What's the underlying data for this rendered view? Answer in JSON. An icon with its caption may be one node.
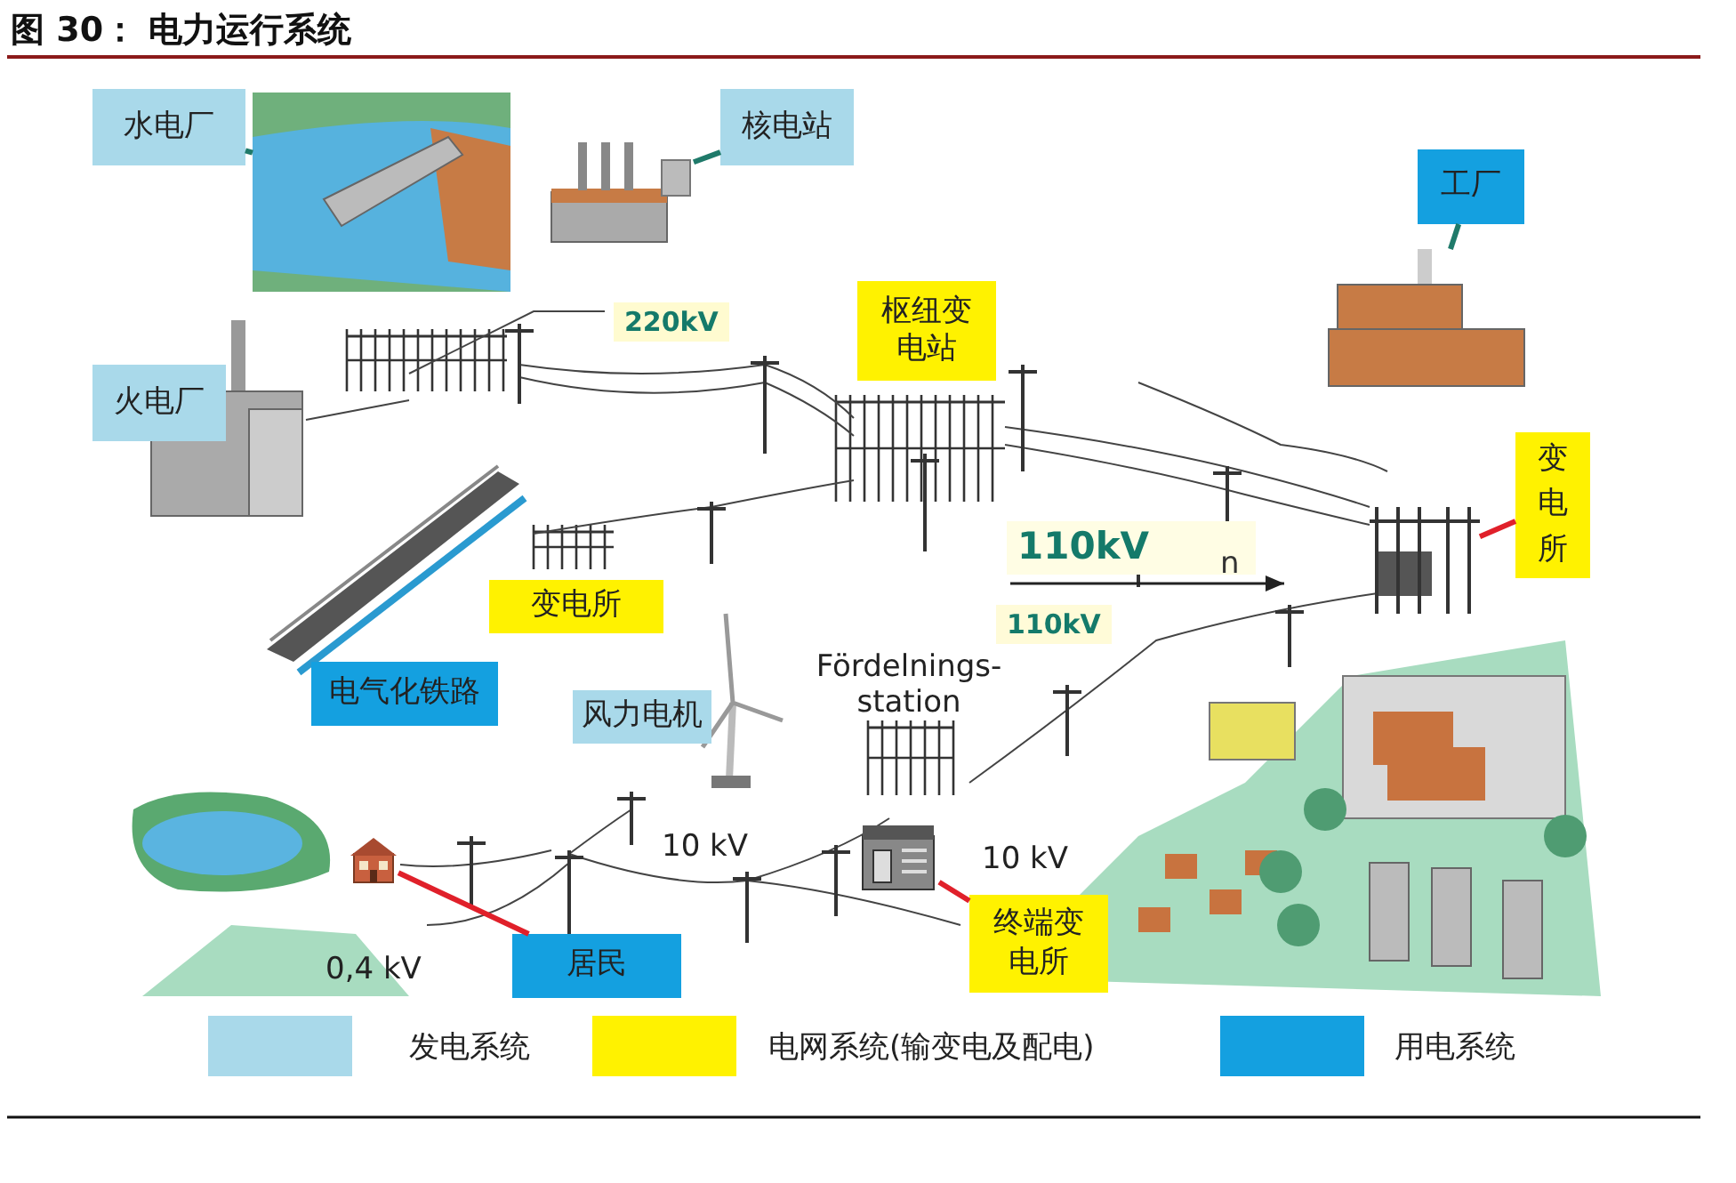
{
  "diagram": {
    "title": "图 30： 电力运行系统",
    "nodes": [
      {
        "text": [
          "水电厂"
        ]
      },
      {
        "text": [],
        "shape": "picture"
      },
      {
        "text": [
          "核电站"
        ]
      },
      {
        "text": [],
        "shape": "picture"
      },
      {
        "text": [
          "工厂"
        ]
      },
      {
        "text": [],
        "shape": "picture"
      },
      {
        "text": [
          "火电厂"
        ]
      },
      {
        "text": [
          "枢纽变电站"
        ]
      },
      {
        "text": [],
        "shape": "picture"
      },
      {
        "text": [
          "变电所"
        ]
      },
      {
        "text": [
          "变电所"
        ]
      },
      {
        "text": [
          "电气化铁路"
        ]
      },
      {
        "text": [
          "风力电机"
        ]
      },
      {
        "text": [],
        "shape": "picture"
      },
      {
        "text": [
          "居民"
        ]
      },
      {
        "text": [],
        "shape": "picture"
      },
      {
        "text": [
          "终端变电所"
        ]
      }
    ],
    "edges": [
      {
        "from": 0,
        "to": 1,
        "arrow": "none",
        "color": "#1f7a6a"
      },
      {
        "from": 2,
        "to": 3,
        "arrow": "none",
        "color": "#1f7a6a"
      },
      {
        "from": 4,
        "to": 5,
        "arrow": "none",
        "color": "#1f7a6a"
      },
      {
        "from": 9,
        "to": 8,
        "arrow": "none",
        "color": "#e0202a"
      },
      {
        "from": 14,
        "to": 13,
        "arrow": "none",
        "color": "#e0202a"
      },
      {
        "from": 16,
        "to": 15,
        "arrow": "none",
        "color": "#e0202a"
      }
    ],
    "labels": [
      "220kV",
      "110kV",
      "n",
      "110kV",
      "Fördelnings- station",
      "10 kV",
      "10 kV",
      "0,4 kV"
    ],
    "legend": [
      {
        "text": "发电系统",
        "color": "#a9d9ea"
      },
      {
        "text": "电网系统(输变电及配电)",
        "color": "#fff200"
      },
      {
        "text": "用电系统",
        "color": "#14a0e0"
      }
    ]
  }
}
